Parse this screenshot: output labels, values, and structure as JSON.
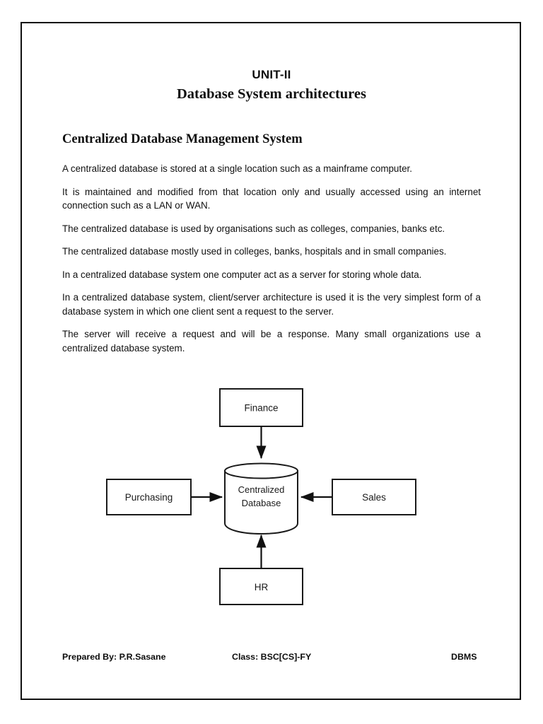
{
  "document": {
    "title_unit": "UNIT-II",
    "title_main": "Database System architectures",
    "section_heading": "Centralized Database Management System",
    "paragraphs": [
      "A centralized database is stored at a single location such as a mainframe computer.",
      "It is maintained and modified from that location only and usually accessed using an internet connection such as a LAN or WAN.",
      " The centralized database is used by organisations such as colleges, companies, banks etc.",
      "The centralized database mostly used in colleges, banks, hospitals and in small companies.",
      "In a centralized database system one computer act as a server for storing whole data.",
      " In a centralized database system, client/server architecture is used it is the very simplest form of a database system in which one client sent a request to the server.",
      "The server will receive a request and will be a response. Many small organizations use a centralized database system."
    ]
  },
  "diagram": {
    "type": "centralized-database-architecture",
    "center": {
      "shape": "cylinder",
      "label_line1": "Centralized",
      "label_line2": "Database"
    },
    "nodes": [
      {
        "id": "finance",
        "label": "Finance",
        "position": "top",
        "arrow_to_center": true
      },
      {
        "id": "purchasing",
        "label": "Purchasing",
        "position": "left",
        "arrow_to_center": true
      },
      {
        "id": "sales",
        "label": "Sales",
        "position": "right",
        "arrow_to_center": true
      },
      {
        "id": "hr",
        "label": "HR",
        "position": "bottom",
        "arrow_to_center": true
      }
    ],
    "stroke_color": "#1a1a1a",
    "fill_color": "#ffffff"
  },
  "footer": {
    "prepared_by": "Prepared By: P.R.Sasane",
    "class": "Class: BSC[CS]-FY",
    "subject": "DBMS"
  }
}
